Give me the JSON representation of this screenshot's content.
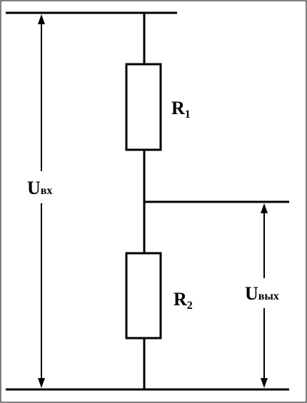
{
  "diagram": {
    "resistor_top": {
      "symbol": "R",
      "subscript": "1"
    },
    "resistor_bottom": {
      "symbol": "R",
      "subscript": "2"
    },
    "input_voltage": {
      "symbol": "U",
      "subscript": "вх"
    },
    "output_voltage": {
      "symbol": "U",
      "subscript": "вых"
    }
  },
  "colors": {
    "line": "#000000",
    "background": "#ffffff"
  }
}
